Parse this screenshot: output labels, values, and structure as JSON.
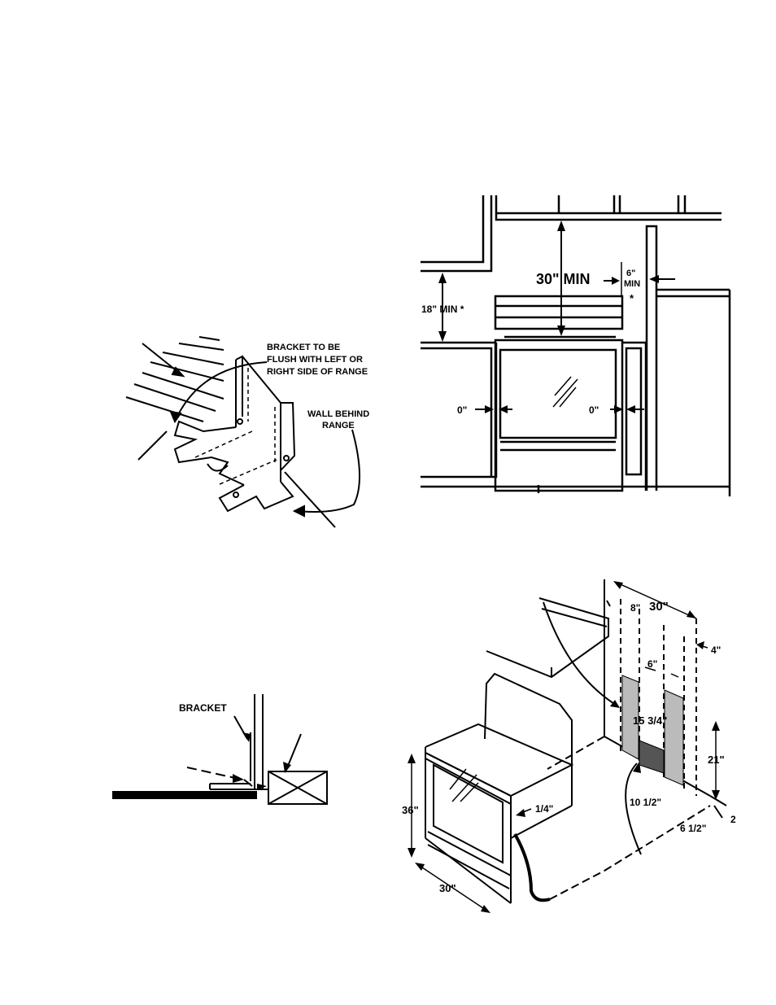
{
  "bracket_figure": {
    "line1": "BRACKET TO BE",
    "line2": "FLUSH WITH LEFT OR",
    "line3": "RIGHT SIDE OF RANGE",
    "wall1": "WALL BEHIND",
    "wall2": "RANGE"
  },
  "clearance_figure": {
    "top": "30\" MIN",
    "side_top": "6\"",
    "side_bottom": "MIN",
    "side_star": "*",
    "left": "18\" MIN *",
    "zero_left": "0\"",
    "zero_right": "0\""
  },
  "floor_figure": {
    "bracket": "BRACKET"
  },
  "range_figure": {
    "width_top": "30\"",
    "d8": "8\"",
    "d6": "6\"",
    "d4": "4\"",
    "d15": "15 3/4\"",
    "d21": "21\"",
    "d10": "10 1/2\"",
    "d65": "6 1/2\"",
    "d2": "2",
    "quarter": "1/4\"",
    "height": "36\"",
    "width": "30\""
  }
}
